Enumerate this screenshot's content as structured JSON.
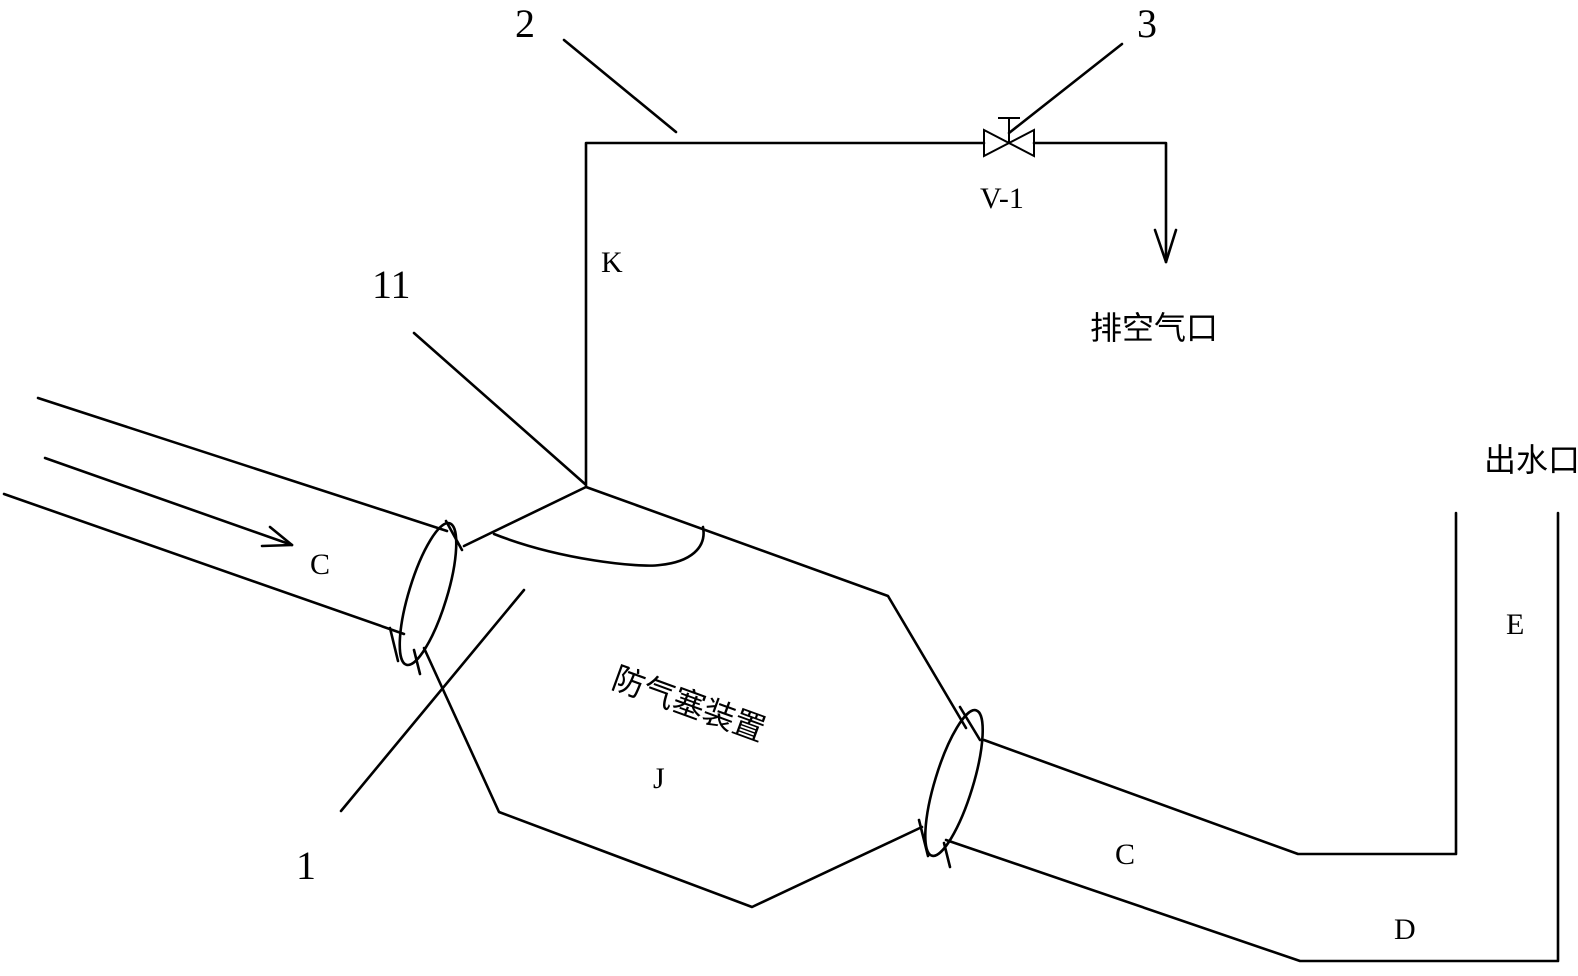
{
  "labels": {
    "part_2": "2",
    "part_3": "3",
    "part_11": "11",
    "part_1": "1",
    "valve": "V-1",
    "pipe_k": "K",
    "pipe_c_in": "C",
    "pipe_c_out": "C",
    "device_j": "J",
    "pipe_e": "E",
    "pipe_d": "D",
    "vent": "排空气口",
    "outlet": "出水口",
    "device_name": "防气塞装置"
  }
}
